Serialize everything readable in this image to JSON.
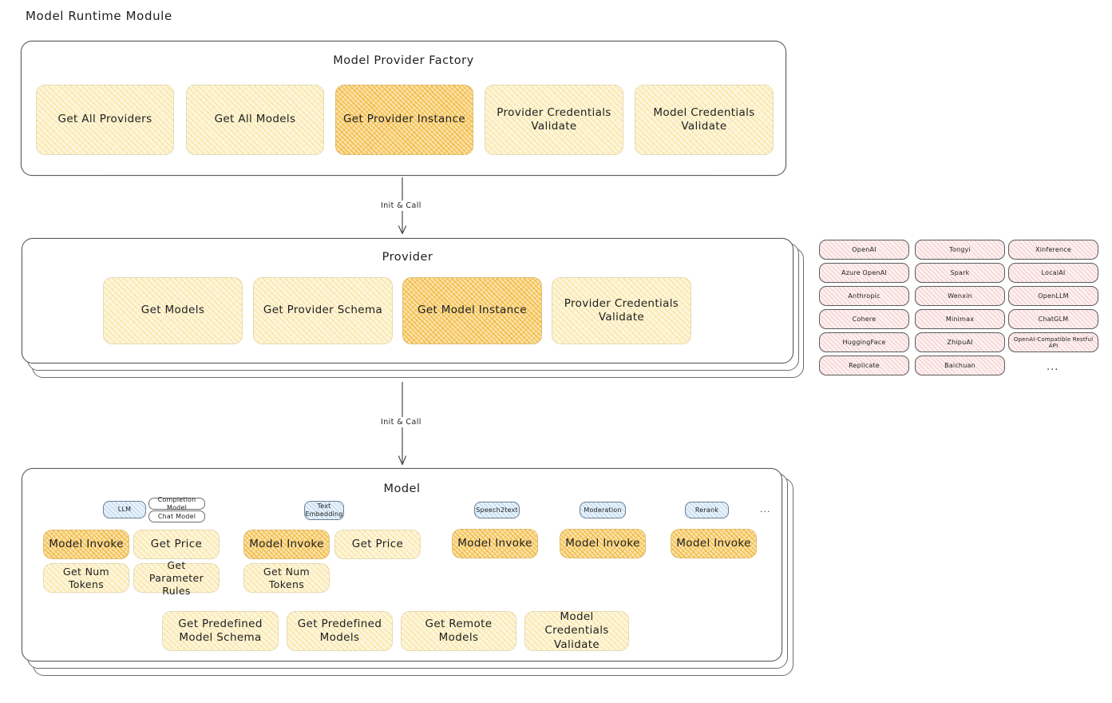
{
  "title": "Model Runtime Module",
  "arrows": [
    {
      "label": "Init & Call"
    },
    {
      "label": "Init & Call"
    }
  ],
  "factory": {
    "title": "Model Provider Factory",
    "nodes": [
      {
        "label": "Get All Providers",
        "emphasis": "light"
      },
      {
        "label": "Get All Models",
        "emphasis": "light"
      },
      {
        "label": "Get Provider Instance",
        "emphasis": "strong"
      },
      {
        "label": "Provider Credentials Validate",
        "emphasis": "light"
      },
      {
        "label": "Model Credentials Validate",
        "emphasis": "light"
      }
    ]
  },
  "provider": {
    "title": "Provider",
    "nodes": [
      {
        "label": "Get Models",
        "emphasis": "light"
      },
      {
        "label": "Get Provider Schema",
        "emphasis": "light"
      },
      {
        "label": "Get Model Instance",
        "emphasis": "strong"
      },
      {
        "label": "Provider Credentials Validate",
        "emphasis": "light"
      }
    ]
  },
  "provider_list": {
    "columns": [
      {
        "chips": [
          "OpenAI",
          "Azure OpenAI",
          "Anthropic",
          "Cohere",
          "HuggingFace",
          "Replicate"
        ]
      },
      {
        "chips": [
          "Tongyi",
          "Spark",
          "Wenxin",
          "Minimax",
          "ZhipuAI",
          "Baichuan"
        ]
      },
      {
        "chips": [
          "Xinference",
          "LocalAI",
          "OpenLLM",
          "ChatGLM",
          "OpenAI-Compatible Restful API"
        ]
      }
    ],
    "more": "..."
  },
  "model": {
    "title": "Model",
    "more": "...",
    "types": [
      {
        "badge": "LLM",
        "sub": [
          "Completion Model",
          "Chat Model"
        ]
      },
      {
        "badge": "Text Embedding",
        "sub": []
      },
      {
        "badge": "Speech2text",
        "sub": []
      },
      {
        "badge": "Moderation",
        "sub": []
      },
      {
        "badge": "Rerank",
        "sub": []
      }
    ],
    "columns": [
      {
        "nodes": [
          {
            "label": "Model Invoke",
            "emphasis": "strong"
          },
          {
            "label": "Get Price",
            "emphasis": "light"
          },
          {
            "label": "Get Num Tokens",
            "emphasis": "light"
          },
          {
            "label": "Get Parameter Rules",
            "emphasis": "light"
          }
        ]
      },
      {
        "nodes": [
          {
            "label": "Model Invoke",
            "emphasis": "strong"
          },
          {
            "label": "Get Price",
            "emphasis": "light"
          },
          {
            "label": "Get Num Tokens",
            "emphasis": "light"
          }
        ]
      },
      {
        "nodes": [
          {
            "label": "Model Invoke",
            "emphasis": "strong"
          }
        ]
      },
      {
        "nodes": [
          {
            "label": "Model Invoke",
            "emphasis": "strong"
          }
        ]
      },
      {
        "nodes": [
          {
            "label": "Model Invoke",
            "emphasis": "strong"
          }
        ]
      }
    ],
    "common_nodes": [
      {
        "label": "Get Predefined Model Schema",
        "emphasis": "light"
      },
      {
        "label": "Get Predefined Models",
        "emphasis": "light"
      },
      {
        "label": "Get Remote Models",
        "emphasis": "light"
      },
      {
        "label": "Model Credentials Validate",
        "emphasis": "light"
      }
    ]
  },
  "colors": {
    "node_light": "#fdf6dd",
    "node_strong": "#fbe3ad",
    "badge_blue": "#e7f2fb",
    "chip_pink": "#fdf0f0",
    "stroke": "#1e1e1e"
  }
}
